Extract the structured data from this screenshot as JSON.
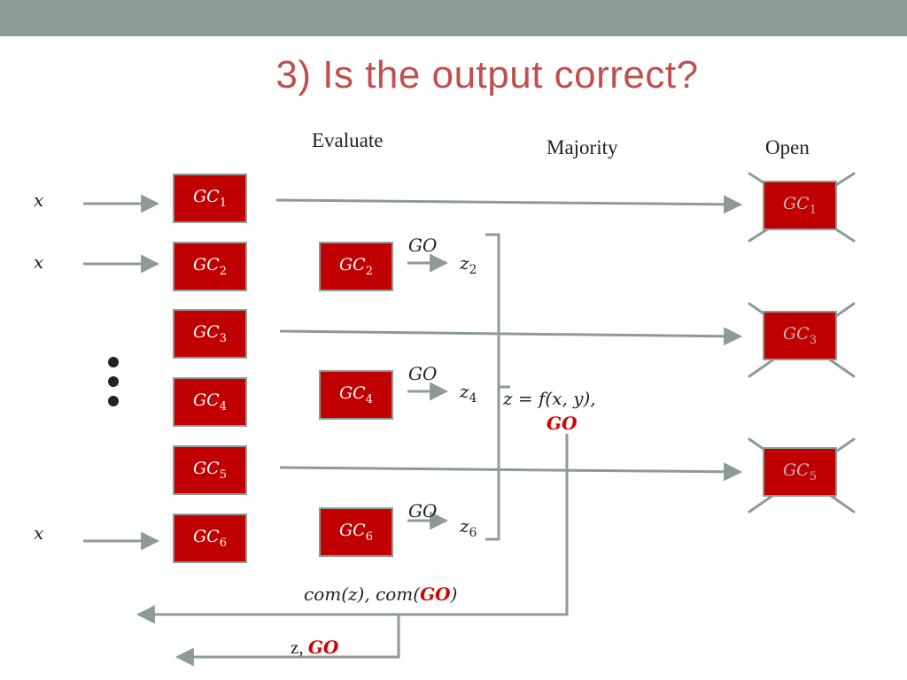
{
  "slide": {
    "title": "3) Is the output correct?"
  },
  "headers": {
    "evaluate": "Evaluate",
    "majority": "Majority",
    "open": "Open"
  },
  "inputs": {
    "x1": "x",
    "x2": "x",
    "x6": "x"
  },
  "circuits": {
    "gc1": {
      "base": "GC",
      "sub": "1"
    },
    "gc2": {
      "base": "GC",
      "sub": "2"
    },
    "gc3": {
      "base": "GC",
      "sub": "3"
    },
    "gc4": {
      "base": "GC",
      "sub": "4"
    },
    "gc5": {
      "base": "GC",
      "sub": "5"
    },
    "gc6": {
      "base": "GC",
      "sub": "6"
    }
  },
  "evaluate": {
    "gc2": {
      "base": "GC",
      "sub": "2"
    },
    "gc4": {
      "base": "GC",
      "sub": "4"
    },
    "gc6": {
      "base": "GC",
      "sub": "6"
    },
    "go_label": "GO",
    "z2": {
      "base": "z",
      "sub": "2"
    },
    "z4": {
      "base": "z",
      "sub": "4"
    },
    "z6": {
      "base": "z",
      "sub": "6"
    }
  },
  "majority": {
    "formula": "z = f(x, y),",
    "go": "GO"
  },
  "open": {
    "gc1": {
      "base": "GC",
      "sub": "1"
    },
    "gc3": {
      "base": "GC",
      "sub": "3"
    },
    "gc5": {
      "base": "GC",
      "sub": "5"
    }
  },
  "outputs": {
    "commit_prefix": "com(z), com(",
    "commit_go": "GO",
    "commit_suffix": ")",
    "reveal_prefix": "z,",
    "reveal_go": "GO"
  },
  "colors": {
    "accent": "#c0504d",
    "box_fill": "#c00000",
    "line": "#8d9b95",
    "go_highlight": "#d00000"
  }
}
